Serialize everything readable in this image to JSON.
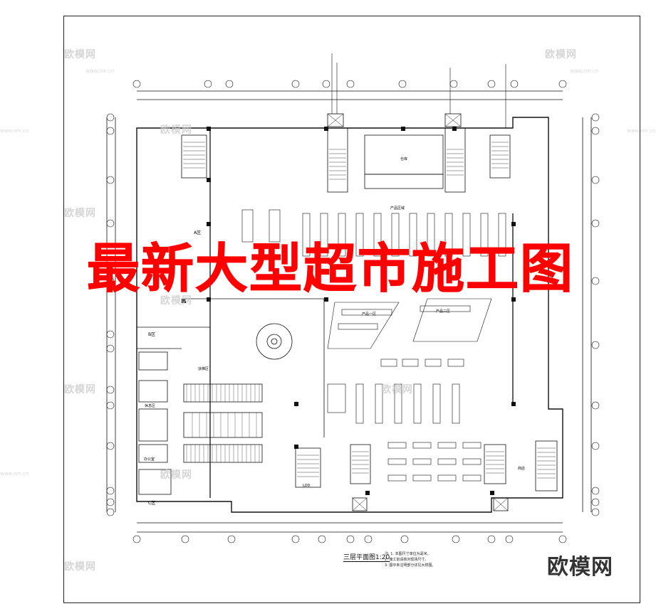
{
  "headline": "最新大型超市施工图",
  "brand": "欧模网",
  "watermark_text": "欧模网",
  "watermark_url": "www.om.cn",
  "drawing_caption": "三层平面图1:20",
  "rooms": {
    "zone_a": "A区",
    "zone_b": "B区",
    "zone_c": "C区",
    "store": "仓库",
    "goods_zone": "产品区域",
    "product_1": "产品一区",
    "product_2": "产品二区",
    "escalator_hall": "扶梯区",
    "office": "办公室",
    "lobby": "休息区",
    "shop": "商店",
    "elevator": "LDD"
  },
  "notes": [
    "注: 1. 本图尺寸单位为毫米。",
    "2. 施工前请核对现场尺寸。",
    "3. 图中未注明部分详见大样图。"
  ],
  "colors": {
    "headline": "#ff0000",
    "line": "#111111",
    "watermark": "#c9c9c9"
  }
}
